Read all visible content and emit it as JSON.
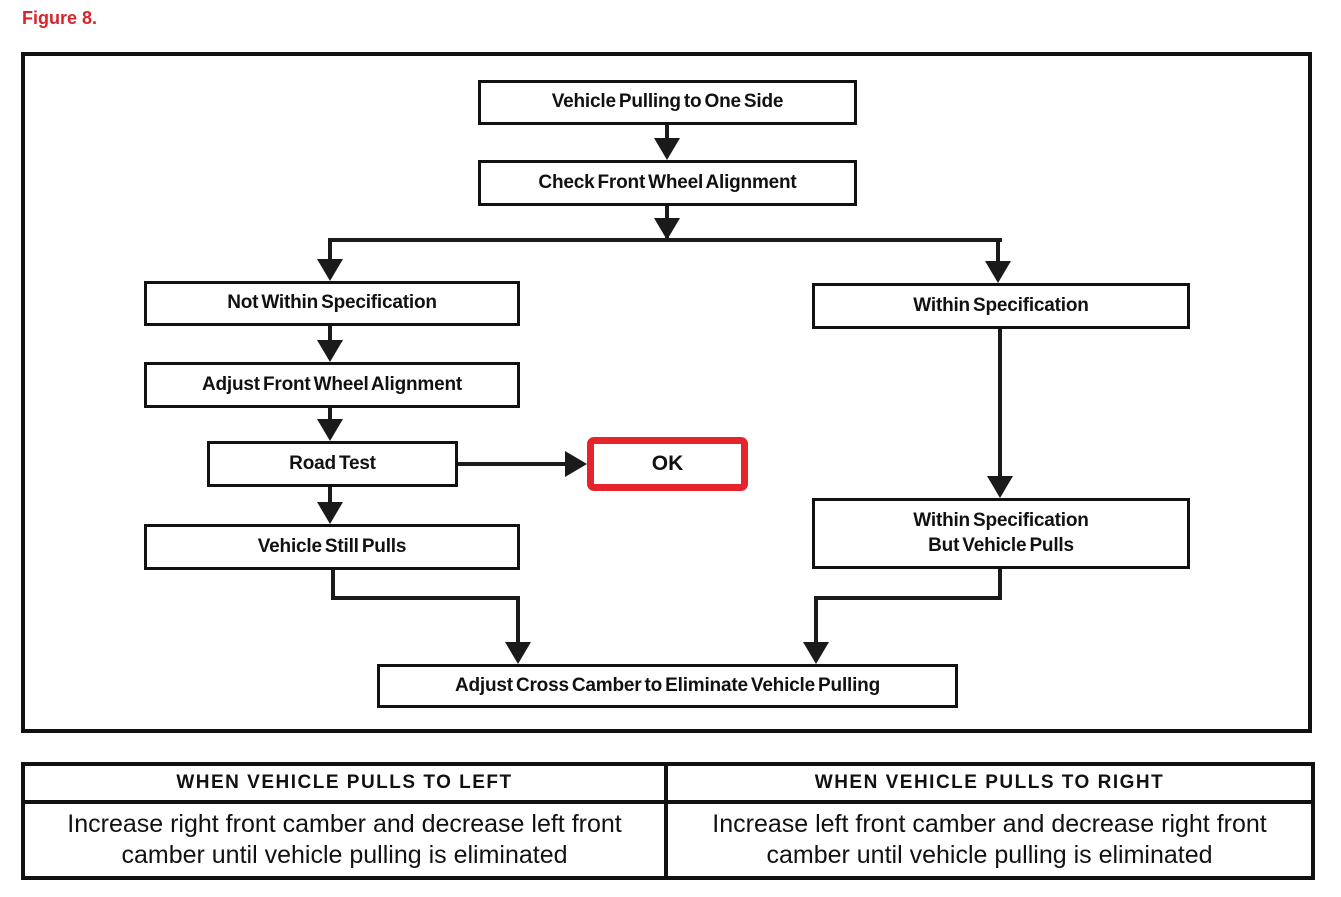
{
  "figure_label": "Figure 8.",
  "colors": {
    "accent_red": "#d8232a",
    "ok_border_red": "#e5242b",
    "line_black": "#1a1a1a"
  },
  "flowchart": {
    "nodes": {
      "vehicle_pulling": "Vehicle Pulling to One Side",
      "check_alignment": "Check Front Wheel Alignment",
      "not_within_spec": "Not Within Specification",
      "adjust_alignment": "Adjust Front Wheel Alignment",
      "road_test": "Road Test",
      "ok": "OK",
      "vehicle_still_pulls": "Vehicle Still Pulls",
      "within_spec": "Within Specification",
      "within_spec_pulls": {
        "line1": "Within Specification",
        "line2": "But Vehicle Pulls"
      },
      "adjust_cross_camber": "Adjust Cross Camber to Eliminate Vehicle Pulling"
    }
  },
  "table": {
    "headers": [
      "WHEN VEHICLE PULLS TO LEFT",
      "WHEN VEHICLE PULLS TO RIGHT"
    ],
    "cells": [
      "Increase right front camber and decrease left front camber until vehicle pulling is eliminated",
      "Increase left front camber and decrease right front camber until vehicle pulling is eliminated"
    ]
  }
}
